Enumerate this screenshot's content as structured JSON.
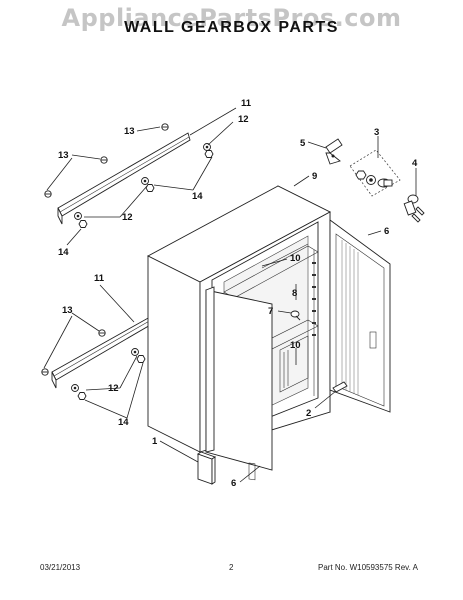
{
  "watermark": "AppliancePartsPros.com",
  "title": "WALL GEARBOX PARTS",
  "footer": {
    "date": "03/21/2013",
    "page": "2",
    "part_number": "Part No. W10593575  Rev. A"
  },
  "callouts": {
    "c1": "1",
    "c2": "2",
    "c3": "3",
    "c4": "4",
    "c5": "5",
    "c6a": "6",
    "c6b": "6",
    "c7": "7",
    "c8": "8",
    "c9": "9",
    "c10a": "10",
    "c10b": "10",
    "c11a": "11",
    "c11b": "11",
    "c12a": "12",
    "c12b": "12",
    "c12c": "12",
    "c13a": "13",
    "c13b": "13",
    "c13c": "13",
    "c14a": "14",
    "c14b": "14",
    "c14c": "14"
  }
}
